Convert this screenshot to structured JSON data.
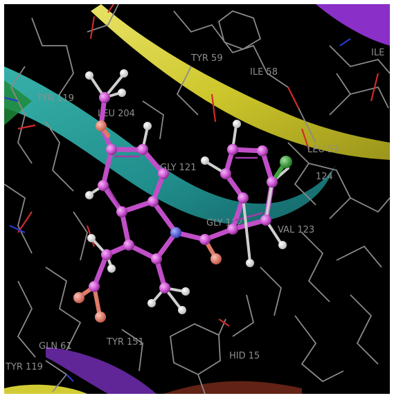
{
  "viewer": {
    "background": "#000000",
    "colors": {
      "ligand_carbon": "#d25ad8",
      "hydrogen": "#f2f2f2",
      "nitrogen": "#4b5bd6",
      "oxygen": "#e07a68",
      "chlorine": "#3ea33e",
      "protein_wire": "#8a8a8a",
      "wire_oxygen": "#d02a2a",
      "wire_nitrogen": "#2a3ad0",
      "ribbon_yellow": "#e9e23a",
      "ribbon_teal": "#2aa3a3",
      "ribbon_purple": "#8a2fc8",
      "ribbon_green": "#1f8a3a",
      "label": "#8e8e8e"
    },
    "residue_labels": [
      "TYR 59",
      "ILE 58",
      "ILE",
      "TYR 119",
      "LEU 204",
      "GLY 121",
      "LEU 57",
      "124",
      "GLY 122",
      "VAL 123",
      "GLN 61",
      "TYR 151",
      "HID 15",
      "TYR 119"
    ]
  }
}
